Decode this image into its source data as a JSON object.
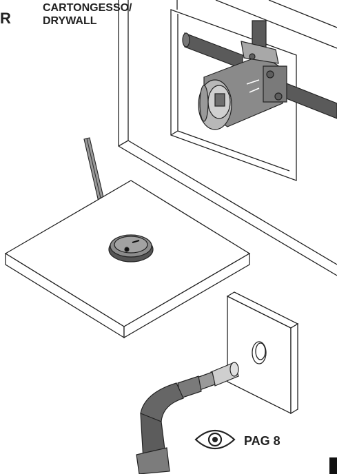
{
  "header": {
    "section_letter": "R",
    "title_line1": "CARTONGESSO/",
    "title_line2": "DRYWALL"
  },
  "footer": {
    "page_reference": "PAG 8",
    "reference_icon": "eye-icon"
  },
  "colors": {
    "line": "#222222",
    "pipe": "#555555",
    "body_dark": "#6b6b6b",
    "body_mid": "#9a9a9a",
    "body_light": "#c8c8c8",
    "fill_white": "#ffffff",
    "tab": "#111111"
  }
}
